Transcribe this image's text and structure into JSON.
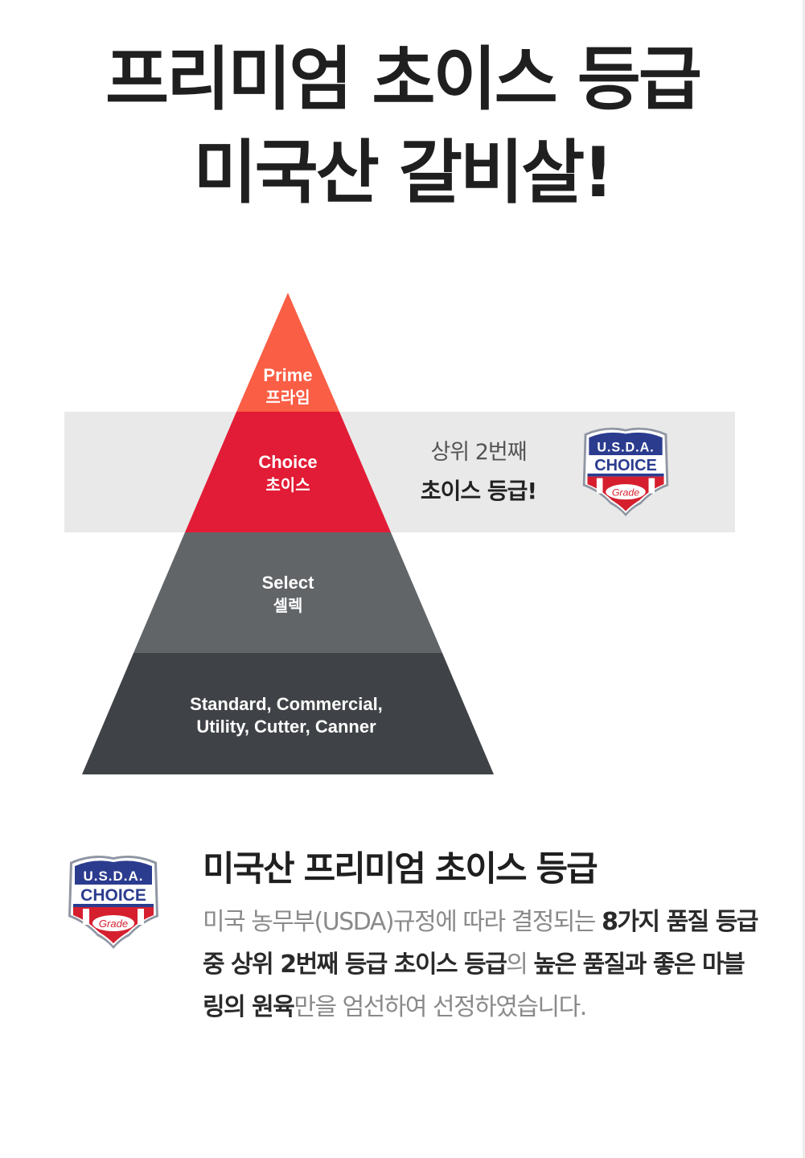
{
  "headline": {
    "line1": "프리미엄 초이스 등급",
    "line2": "미국산 갈비살!"
  },
  "pyramid": {
    "colors": {
      "prime": "#fa5e45",
      "choice": "#e21c36",
      "select": "#626568",
      "standard": "#3f4246",
      "band": "#e9e9e9"
    },
    "tiers": [
      {
        "en": "Prime",
        "ko": "프라임"
      },
      {
        "en": "Choice",
        "ko": "초이스"
      },
      {
        "en": "Select",
        "ko": "셀렉"
      },
      {
        "en": "Standard, Commercial,",
        "ko": "Utility, Cutter, Canner"
      }
    ]
  },
  "band_message": {
    "line1": "상위 2번째",
    "line2": "초이스 등급!"
  },
  "badge": {
    "top": "U.S.D.A.",
    "main": "CHOICE",
    "script": "Grade",
    "colors": {
      "blue": "#2b3c8f",
      "red": "#d51f2e",
      "white": "#ffffff"
    }
  },
  "section": {
    "title": "미국산 프리미엄 초이스 등급",
    "description": {
      "p1": "미국 농무부(USDA)규정에 따라 결정되는 ",
      "b1": "8가지 품질 등급 중 상위 2번째 등급 초이스 등급",
      "p2": "의 ",
      "b2": "높은 품질과 좋은 마블링의 원육",
      "p3": "만을 엄선하여 선정하였습니다."
    }
  }
}
